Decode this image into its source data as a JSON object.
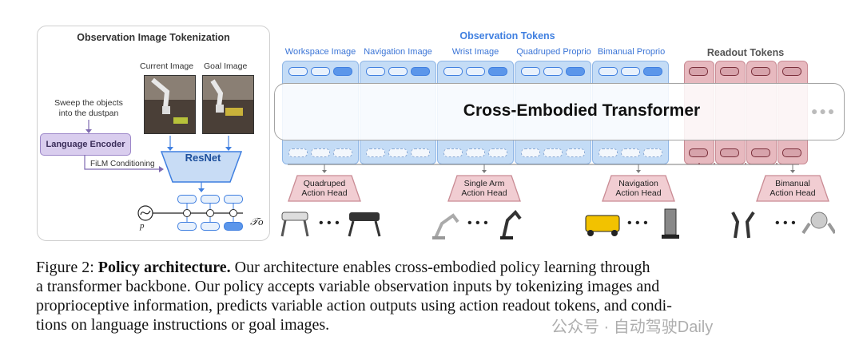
{
  "panel": {
    "title": "Observation Image Tokenization",
    "current_image_label": "Current Image",
    "goal_image_label": "Goal Image",
    "instruction_line1": "Sweep the objects",
    "instruction_line2": "into the dustpan",
    "language_encoder": "Language Encoder",
    "film_label": "FiLM Conditioning",
    "resnet_label": "ResNet",
    "p_label": "p",
    "tau_label": "𝒯o"
  },
  "observation": {
    "title": "Observation Tokens",
    "columns": [
      "Workspace Image",
      "Navigation Image",
      "Wrist Image",
      "Quadruped Proprio",
      "Bimanual Proprio"
    ]
  },
  "readout": {
    "title": "Readout Tokens"
  },
  "transformer": {
    "label": "Cross-Embodied Transformer"
  },
  "heads": [
    {
      "line1": "Quadruped",
      "line2": "Action Head"
    },
    {
      "line1": "Single Arm",
      "line2": "Action Head"
    },
    {
      "line1": "Navigation",
      "line2": "Action Head"
    },
    {
      "line1": "Bimanual",
      "line2": "Action Head"
    }
  ],
  "caption": {
    "fig_label": "Figure 2:",
    "bold_title": "Policy architecture.",
    "line1_rest": "Our architecture enables cross-embodied policy learning through",
    "line2": "a transformer backbone. Our policy accepts variable observation inputs by tokenizing images and",
    "line3": "proprioceptive information, predicts variable action outputs using action readout tokens, and condi-",
    "line4": "tions on language instructions or goal images."
  },
  "watermark": "公众号 · 自动驾驶Daily",
  "colors": {
    "obs_blue": "#3f7fe0",
    "readout_red": "#c98b94",
    "encoder_purple": "#9c86c8"
  }
}
